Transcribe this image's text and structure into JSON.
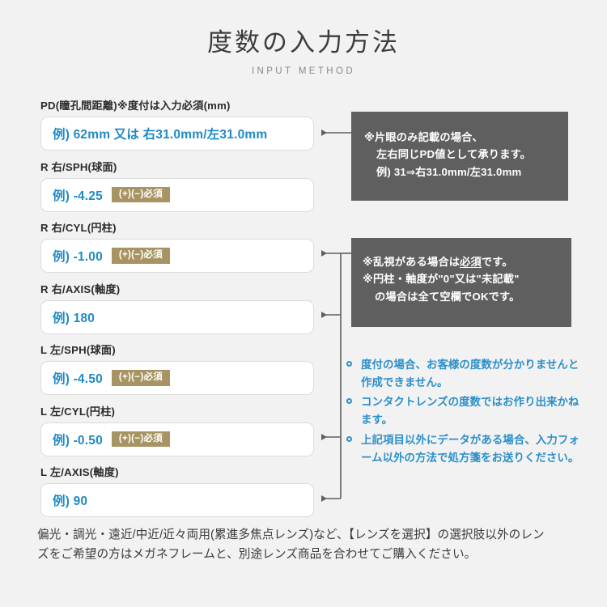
{
  "header": {
    "title": "度数の入力方法",
    "subtitle": "INPUT METHOD"
  },
  "colors": {
    "background": "#f2f2f2",
    "placeholder_blue": "#1f8ac6",
    "badge_khaki": "#a89462",
    "note_gray": "#5f5f5f",
    "bullet_blue": "#2b8fc9"
  },
  "fields": [
    {
      "label": "PD(瞳孔間距離)※度付は入力必須(mm)",
      "placeholder": "例) 62mm 又は 右31.0mm/左31.0mm",
      "badge": ""
    },
    {
      "label": "R 右/SPH(球面)",
      "placeholder": "例) -4.25",
      "badge": "(+)(−)必須"
    },
    {
      "label": "R 右/CYL(円柱)",
      "placeholder": "例) -1.00",
      "badge": "(+)(−)必須"
    },
    {
      "label": "R 右/AXIS(軸度)",
      "placeholder": "例) 180",
      "badge": ""
    },
    {
      "label": "L 左/SPH(球面)",
      "placeholder": "例) -4.50",
      "badge": "(+)(−)必須"
    },
    {
      "label": "L 左/CYL(円柱)",
      "placeholder": "例) -0.50",
      "badge": "(+)(−)必須"
    },
    {
      "label": "L 左/AXIS(軸度)",
      "placeholder": "例) 90",
      "badge": ""
    }
  ],
  "notes": {
    "pd": {
      "line1": "※片眼のみ記載の場合、",
      "line2": "左右同じPD値として承ります。",
      "line3": "例) 31⇒右31.0mm/左31.0mm"
    },
    "cyl": {
      "line1_prefix": "※乱視がある場合は",
      "line1_underline": "必須",
      "line1_suffix": "です。",
      "line2": "※円柱・軸度が\"0\"又は\"未記載\"",
      "line3": "の場合は全て空欄でOKです。"
    }
  },
  "bullets": [
    "度付の場合、お客様の度数が分かりませんと作成できません。",
    "コンタクトレンズの度数ではお作り出来かねます。",
    "上記項目以外にデータがある場合、入力フォーム以外の方法で処方箋をお送りください。"
  ],
  "footer": {
    "line1": "偏光・調光・遠近/中近/近々両用(累進多焦点レンズ)など、【レンズを選択】の選択肢以外のレン",
    "line2": "ズをご希望の方はメガネフレームと、別途レンズ商品を合わせてご購入ください。"
  }
}
